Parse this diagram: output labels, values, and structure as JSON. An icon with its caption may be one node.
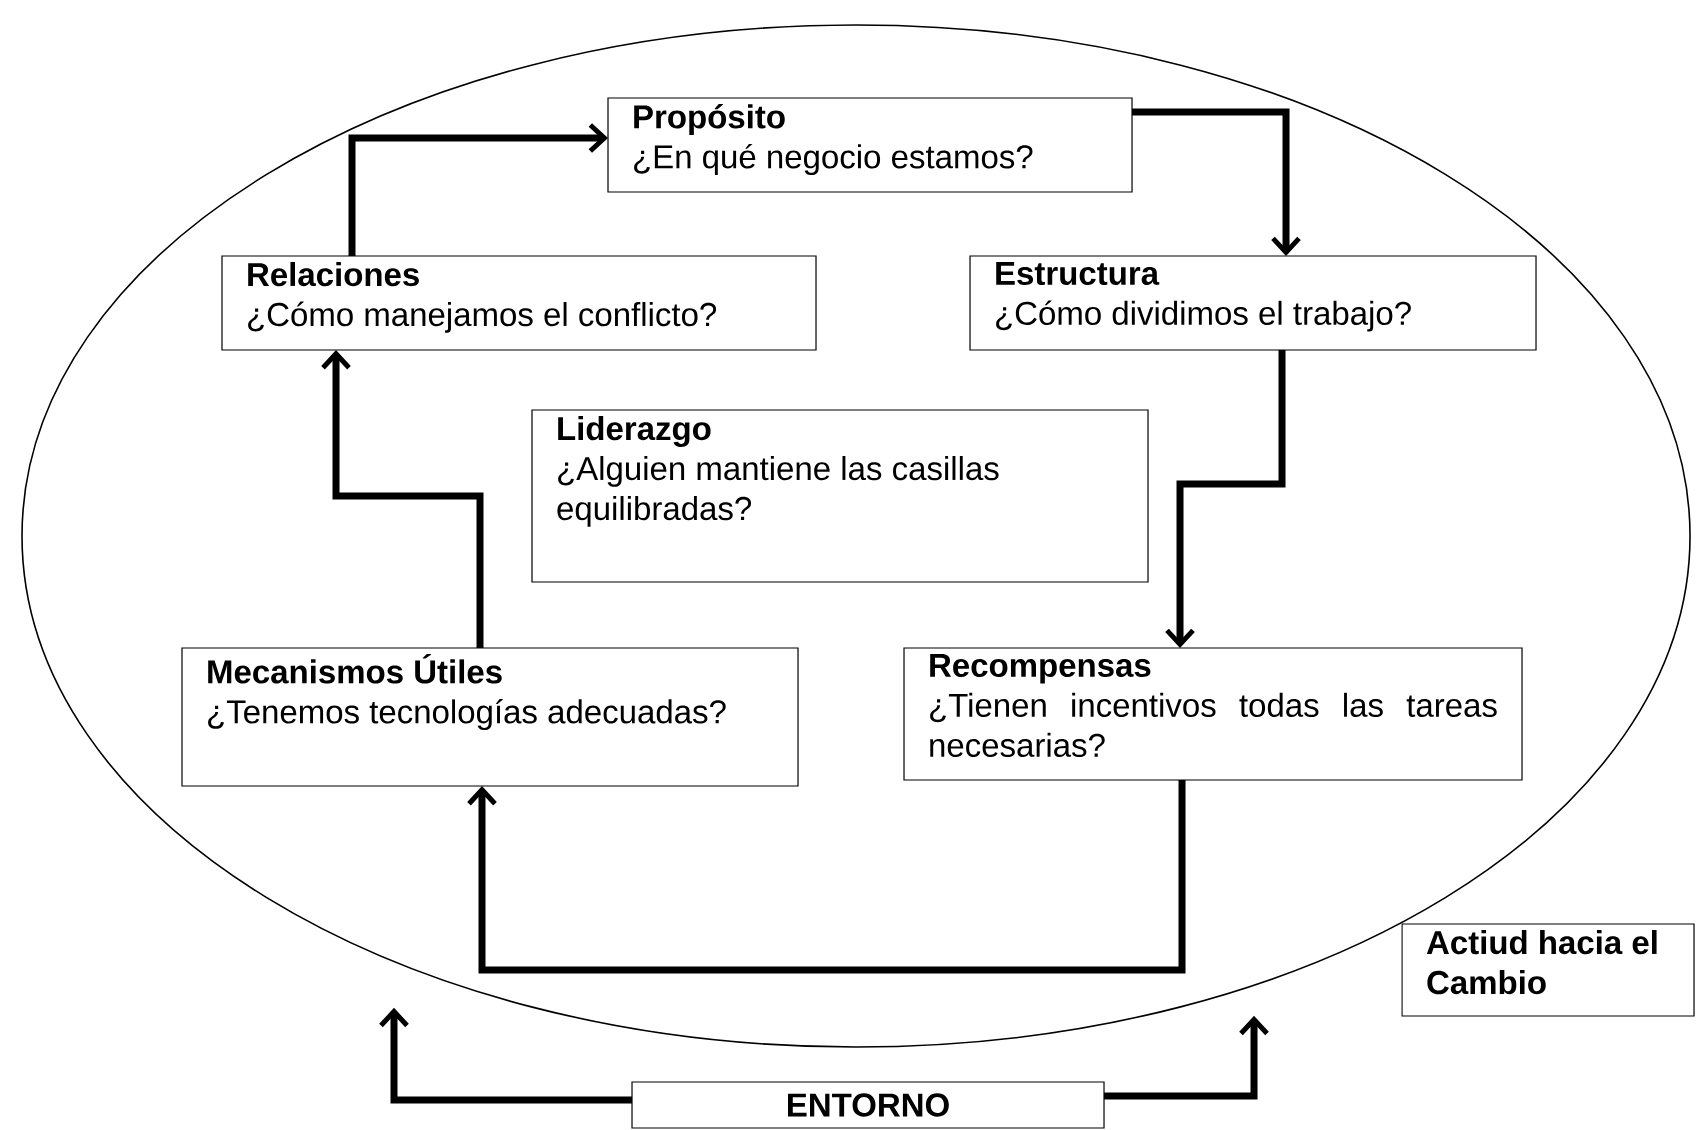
{
  "diagram": {
    "nodes": [
      {
        "text": [],
        "shape": "ellipse"
      },
      {
        "text": [
          "Propósito",
          "¿En qué negocio estamos?"
        ],
        "in": 0
      },
      {
        "text": [
          "Relaciones",
          "¿Cómo manejamos el conflicto?"
        ],
        "in": 0
      },
      {
        "text": [
          "Estructura",
          "¿Cómo dividimos el trabajo?"
        ],
        "in": 0
      },
      {
        "text": [
          "Liderazgo",
          "¿Alguien mantiene las casillas equilibradas?"
        ],
        "in": 0
      },
      {
        "text": [
          "Mecanismos Útiles",
          "¿Tenemos tecnologías adecuadas?"
        ],
        "in": 0
      },
      {
        "text": [
          "Recompensas",
          "¿Tienen incentivos todas las tareas necesarias?"
        ],
        "in": 0
      },
      {
        "text": [
          "Actiud hacia el Cambio"
        ]
      },
      {
        "text": [
          "ENTORNO"
        ]
      }
    ],
    "edges": [
      {
        "from": 2,
        "to": 1,
        "arrow": "to"
      },
      {
        "from": 1,
        "to": 3,
        "arrow": "to"
      },
      {
        "from": 3,
        "to": 6,
        "arrow": "to"
      },
      {
        "from": 6,
        "to": 5,
        "arrow": "to"
      },
      {
        "from": 5,
        "to": 2,
        "arrow": "to"
      },
      {
        "from": 8,
        "to": 0,
        "arrow": "to"
      },
      {
        "from": 8,
        "to": 0,
        "arrow": "to"
      }
    ]
  }
}
